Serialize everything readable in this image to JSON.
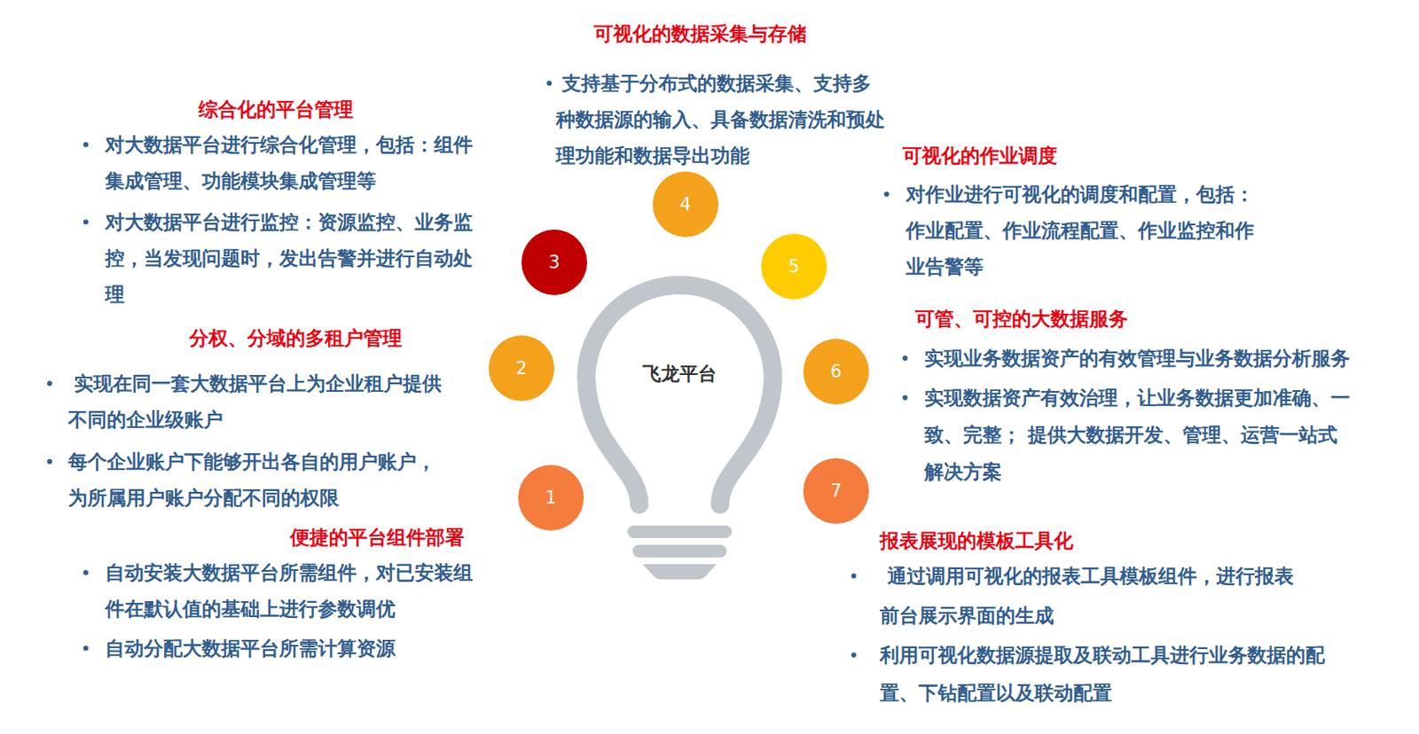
{
  "diagram": {
    "nodes": [
      {
        "text": [
          "1"
        ]
      },
      {
        "text": [
          "2"
        ]
      },
      {
        "text": [
          "3"
        ]
      },
      {
        "text": [
          "4"
        ]
      },
      {
        "text": [
          "5"
        ]
      },
      {
        "text": [
          "6"
        ]
      },
      {
        "text": [
          "7"
        ]
      },
      {
        "text": [
          "飞龙平台"
        ]
      }
    ],
    "labels": [
      "可视化的数据采集与存储",
      "支持基于分布式的数据采集、支持多种数据源的输入、具备数据清洗和预处理功能和数据导出功能",
      "综合化的平台管理",
      "对大数据平台进行综合化管理，包括：组件集成管理、功能模块集成管理等",
      "对大数据平台进行监控：资源监控、业务监控，当发现问题时，发出告警并进行自动处理",
      "分权、分域的多租户管理",
      "实现在同一套大数据平台上为企业租户提供不同的企业级账户",
      "每个企业账户下能够开出各自的用户账户，为所属用户账户分配不同的权限",
      "便捷的平台组件部署",
      "自动安装大数据平台所需组件，对已安装组件在默认值的基础上进行参数调优",
      "自动分配大数据平台所需计算资源",
      "可视化的作业调度",
      "对作业进行可视化的调度和配置，包括：作业配置、作业流程配置、作业监控和作业告警等",
      "可管、可控的大数据服务",
      "实现业务数据资产的有效管理与业务数据分析服务",
      "实现数据资产有效治理，让业务数据更加准确、一致、完整； 提供大数据开发、管理、运营一站式解决方案",
      "报表展现的模板工具化",
      "通过调用可视化的报表工具模板组件，进行报表前台展示界面的生成",
      "利用可视化数据源提取及联动工具进行业务数据的配置、下钻配置以及联动配置"
    ]
  }
}
